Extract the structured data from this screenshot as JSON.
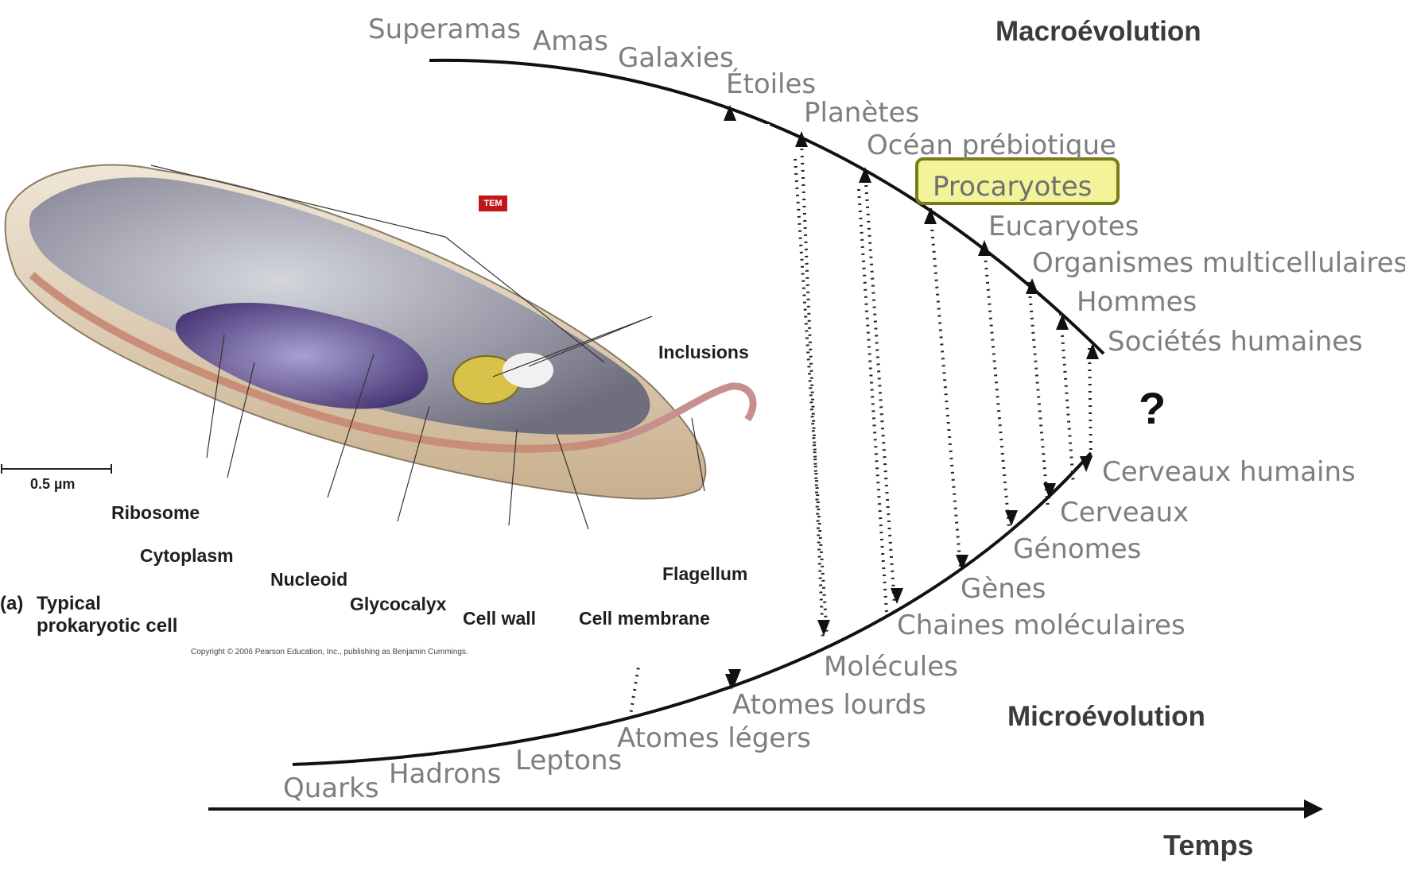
{
  "headings": {
    "macro": "Macroévolution",
    "micro": "Microévolution",
    "time_axis": "Temps",
    "question": "?"
  },
  "upper_branch": [
    "Superamas",
    "Amas",
    "Galaxies",
    "Étoiles",
    "Planètes",
    "Océan prébiotique",
    "Procaryotes",
    "Eucaryotes",
    "Organismes multicellulaires",
    "Hommes",
    "Sociétés humaines"
  ],
  "lower_branch": [
    "Quarks",
    "Hadrons",
    "Leptons",
    "Atomes légers",
    "Atomes lourds",
    "Molécules",
    "Chaines moléculaires",
    "Gènes",
    "Génomes",
    "Cerveaux",
    "Cerveaux humains"
  ],
  "highlighted": "Procaryotes",
  "cell_figure": {
    "badge": "TEM",
    "scale": "0.5 µm",
    "caption_prefix": "(a)",
    "caption_line1": "Typical",
    "caption_line2": "prokaryotic cell",
    "labels": {
      "inclusions": "Inclusions",
      "ribosome": "Ribosome",
      "cytoplasm": "Cytoplasm",
      "nucleoid": "Nucleoid",
      "glycocalyx": "Glycocalyx",
      "cell_wall": "Cell wall",
      "cell_membrane": "Cell membrane",
      "flagellum": "Flagellum"
    },
    "copyright": "Copyright © 2006 Pearson Education, Inc., publishing as Benjamin Cummings."
  }
}
